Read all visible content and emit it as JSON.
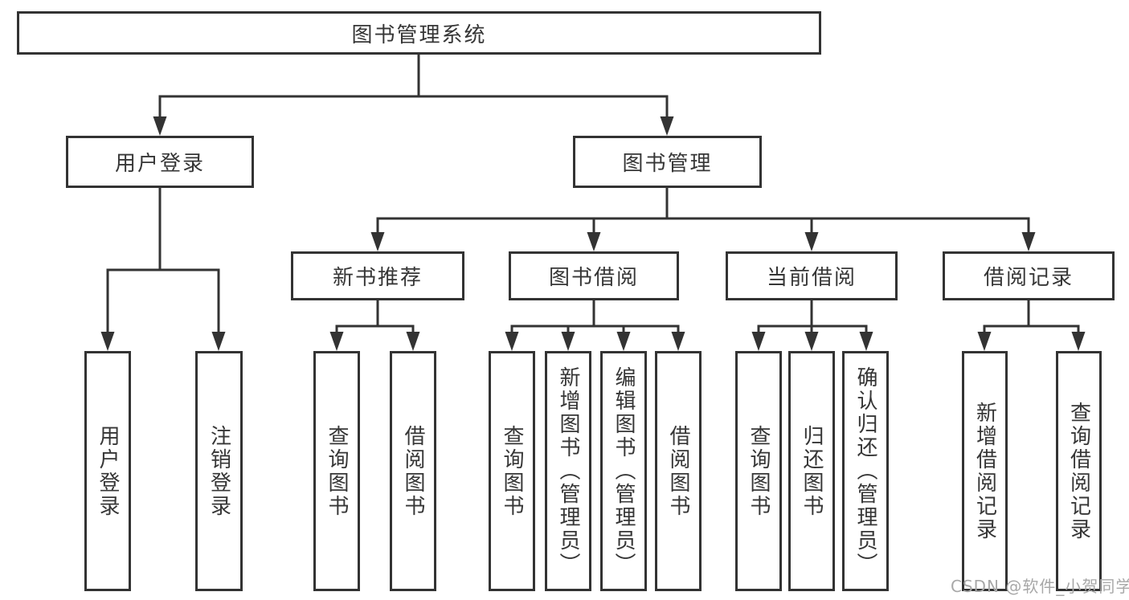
{
  "nodes": {
    "root": "图书管理系统",
    "user_login": "用户登录",
    "book_mgmt": "图书管理",
    "new_book_rec": "新书推荐",
    "book_borrow": "图书借阅",
    "current_borrow": "当前借阅",
    "borrow_record": "借阅记录",
    "leaf_user_login": "用户登录",
    "leaf_logout": "注销登录",
    "leaf_rec_query": "查询图书",
    "leaf_rec_borrow": "借阅图书",
    "leaf_bb_query": "查询图书",
    "leaf_bb_add": "新增图书（管理员）",
    "leaf_bb_edit": "编辑图书（管理员）",
    "leaf_bb_borrow": "借阅图书",
    "leaf_cb_query": "查询图书",
    "leaf_cb_return": "归还图书",
    "leaf_cb_confirm": "确认归还（管理员）",
    "leaf_br_add": "新增借阅记录",
    "leaf_br_query": "查询借阅记录"
  },
  "watermark": "CSDN @软件_小贺同学",
  "colors": {
    "line": "#333333",
    "text": "#363636",
    "watermark": "#a8a8a8",
    "background": "#ffffff"
  }
}
